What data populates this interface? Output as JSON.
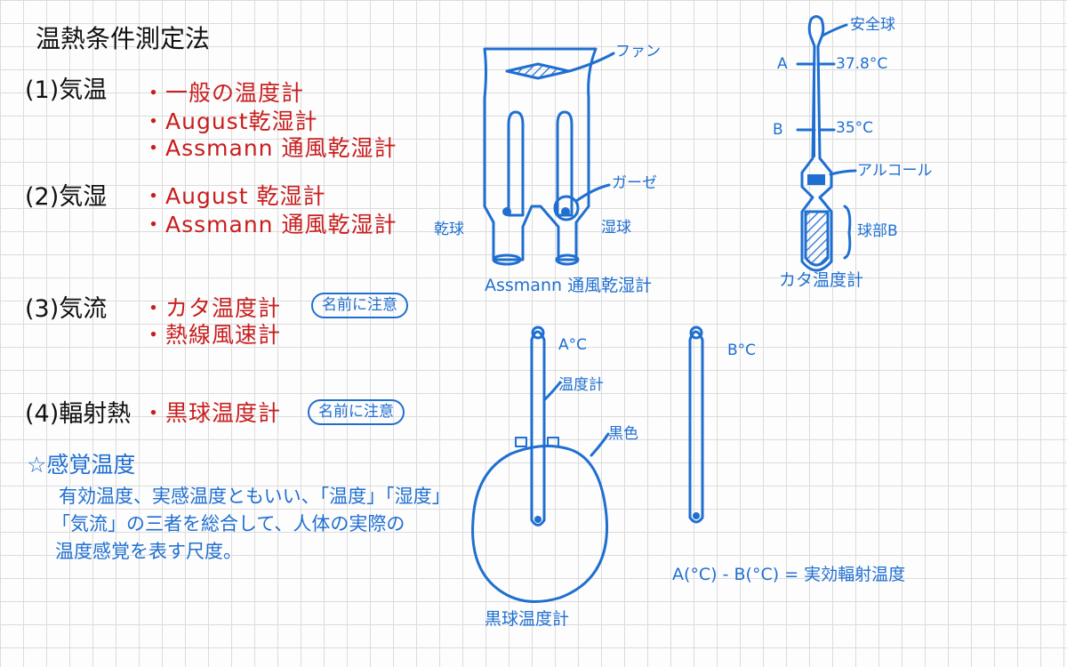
{
  "title": "温熱条件測定法",
  "sections": [
    {
      "label": "(1)気温",
      "items": [
        "一般の温度計",
        "August乾湿計",
        "Assmann 通風乾湿計"
      ]
    },
    {
      "label": "(2)気湿",
      "items": [
        "August 乾湿計",
        "Assmann 通風乾湿計"
      ]
    },
    {
      "label": "(3)気流",
      "items": [
        "カタ温度計",
        "熱線風速計"
      ],
      "badge": "名前に注意"
    },
    {
      "label": "(4)輻射熱",
      "items": [
        "黒球温度計"
      ],
      "badge": "名前に注意"
    }
  ],
  "note": {
    "heading": "感覚温度",
    "lines": [
      "有効温度、実感温度ともいい、「温度」「湿度」",
      "「気流」の三者を総合して、人体の実際の",
      "温度感覚を表す尺度。"
    ]
  },
  "assmann": {
    "caption": "Assmann 通風乾湿計",
    "fan": "ファン",
    "gauze": "ガーゼ",
    "dry": "乾球",
    "wet": "湿球"
  },
  "kata": {
    "caption": "カタ温度計",
    "safety": "安全球",
    "a": "A",
    "a_temp": "37.8°C",
    "b": "B",
    "b_temp": "35°C",
    "alcohol": "アルコール",
    "bulb": "球部B"
  },
  "globe": {
    "caption": "黒球温度計",
    "a": "A°C",
    "thermometer": "温度計",
    "black": "黒色",
    "b": "B°C"
  },
  "formula": "A(°C) - B(°C) = 実効輻射温度",
  "colors": {
    "ink": "#111111",
    "red": "#c81e1e",
    "blue": "#1f6fd1"
  }
}
